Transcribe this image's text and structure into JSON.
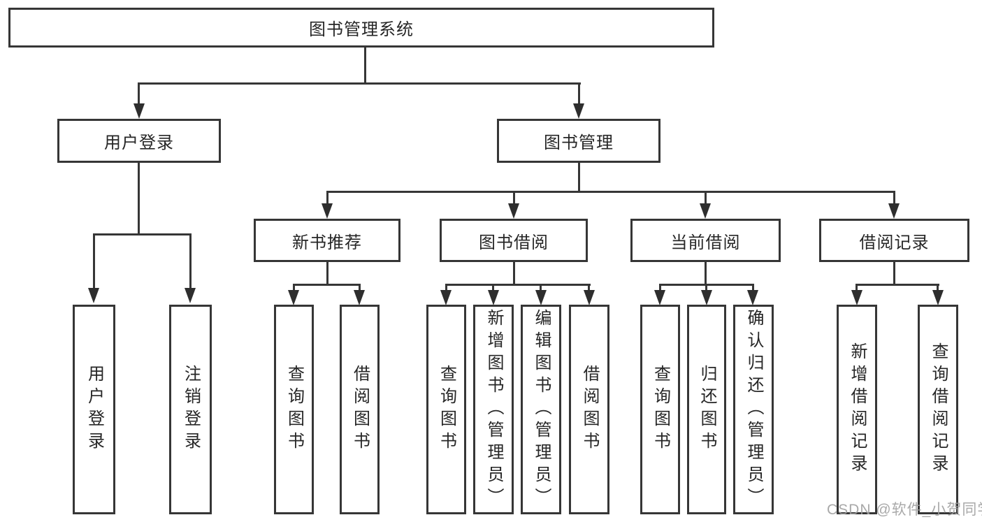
{
  "diagram": {
    "root": {
      "label": "图书管理系统"
    },
    "level2": [
      {
        "label": "用户登录"
      },
      {
        "label": "图书管理"
      }
    ],
    "level3": [
      {
        "label": "新书推荐"
      },
      {
        "label": "图书借阅"
      },
      {
        "label": "当前借阅"
      },
      {
        "label": "借阅记录"
      }
    ],
    "leaves": {
      "user": [
        {
          "label": "用户登录"
        },
        {
          "label": "注销登录"
        }
      ],
      "recommend": [
        {
          "label": "查询图书"
        },
        {
          "label": "借阅图书"
        }
      ],
      "borrow": [
        {
          "label": "查询图书"
        },
        {
          "label": "新增图书（管理员）"
        },
        {
          "label": "编辑图书（管理员）"
        },
        {
          "label": "借阅图书"
        }
      ],
      "current": [
        {
          "label": "查询图书"
        },
        {
          "label": "归还图书"
        },
        {
          "label": "确认归还（管理员）"
        }
      ],
      "records": [
        {
          "label": "新增借阅记录"
        },
        {
          "label": "查询借阅记录"
        }
      ]
    }
  },
  "watermark": {
    "text": "CSDN @软件_小贺同学"
  },
  "colors": {
    "line": "#363636",
    "text": "#262626",
    "box_background": "#ffffff",
    "page_background": "#ffffff",
    "watermark": "#a0a0a0"
  }
}
